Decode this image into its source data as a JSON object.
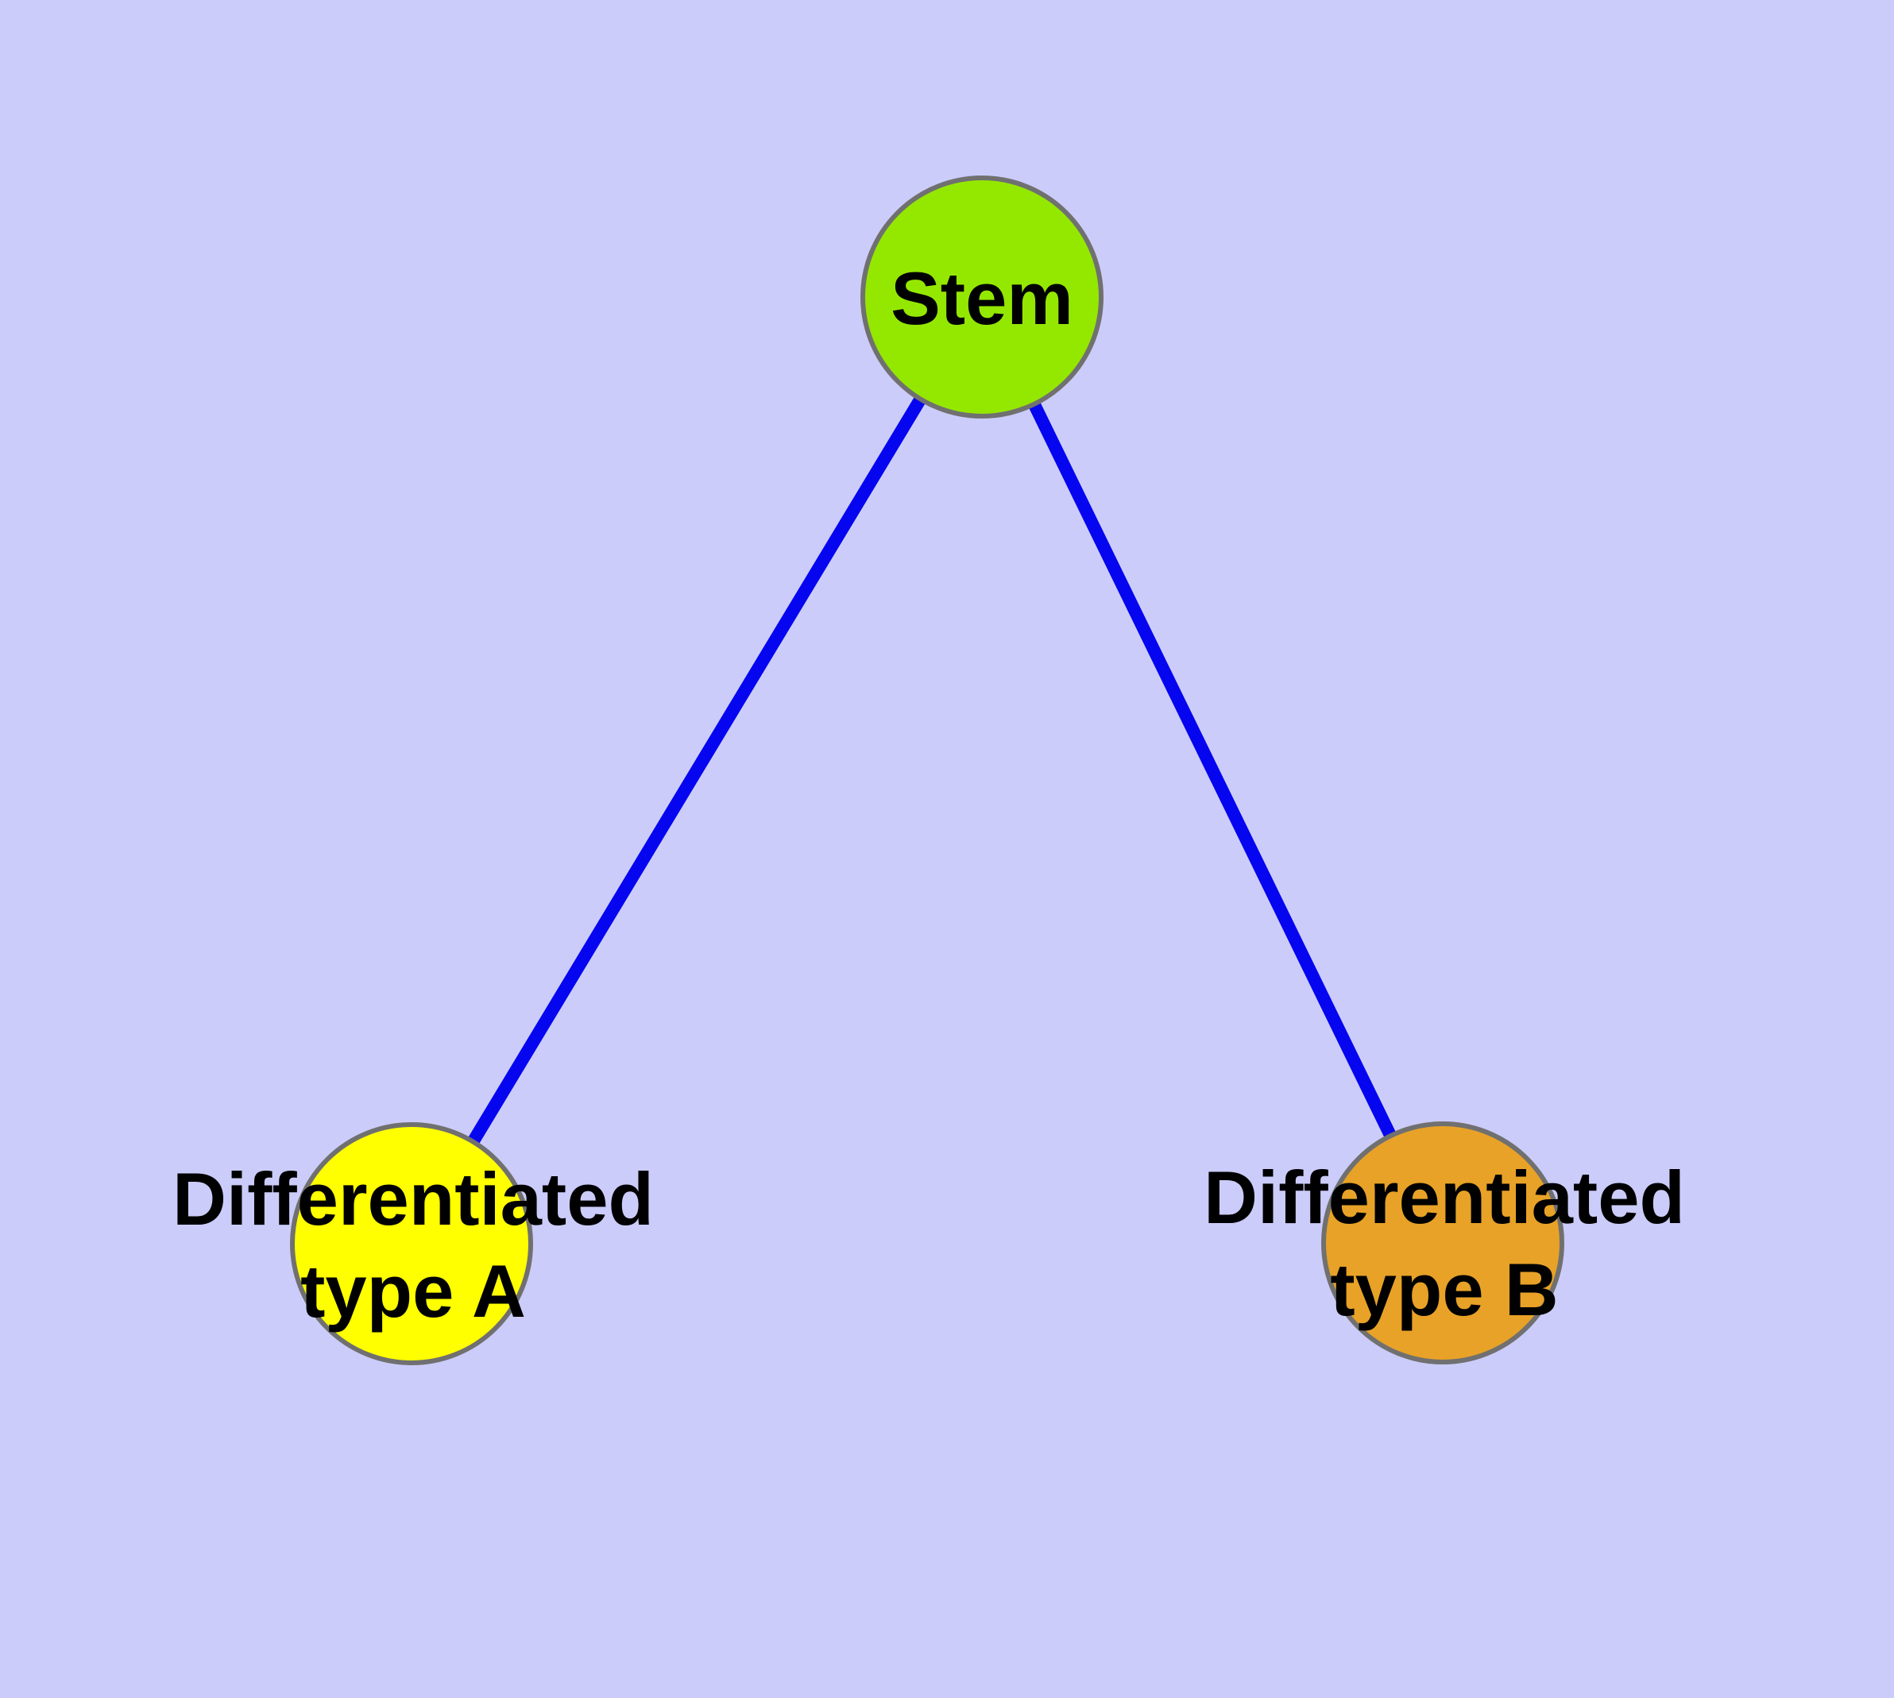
{
  "diagram": {
    "background_color": "#ccccfa",
    "node_border_color": "#707070",
    "edge_color": "#0505f0",
    "nodes": [
      {
        "id": "stem",
        "label": "Stem",
        "label_line1": "Stem",
        "label_line2": "",
        "fill": "#94e800"
      },
      {
        "id": "type-a",
        "label": "Differentiated type A",
        "label_line1": "Differentiated",
        "label_line2": "type A",
        "fill": "#ffff00"
      },
      {
        "id": "type-b",
        "label": "Differentiated type B",
        "label_line1": "Differentiated",
        "label_line2": "type B",
        "fill": "#e8a227"
      }
    ],
    "edges": [
      {
        "from": "Stem",
        "to": "Differentiated type A"
      },
      {
        "from": "Stem",
        "to": "Differentiated type B"
      }
    ]
  }
}
